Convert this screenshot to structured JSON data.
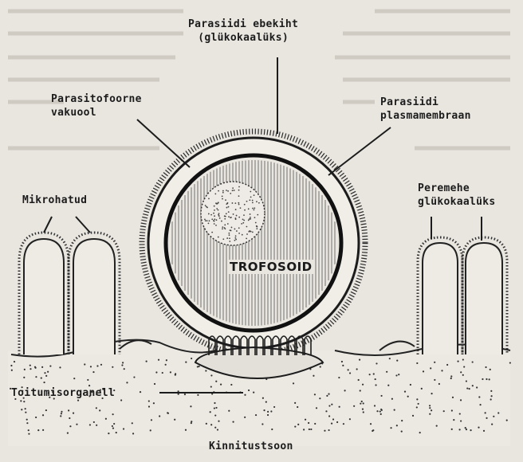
{
  "labels": {
    "outer_layer": [
      "Parasiidi ebekiht",
      "(glükokaalüks)"
    ],
    "vacuole": [
      "Parasitofoorne",
      "vakuool"
    ],
    "parasite_membrane": [
      "Parasiidi",
      "plasmamembraan"
    ],
    "microvilli": "Mikrohatud",
    "host_glycocalyx": [
      "Peremehe",
      "glükokaalüks"
    ],
    "trophozoite": "TROFOSOID",
    "feeding_organelle": "Toitumisorganell",
    "attachment_zone": "Kinnitustsoon"
  }
}
